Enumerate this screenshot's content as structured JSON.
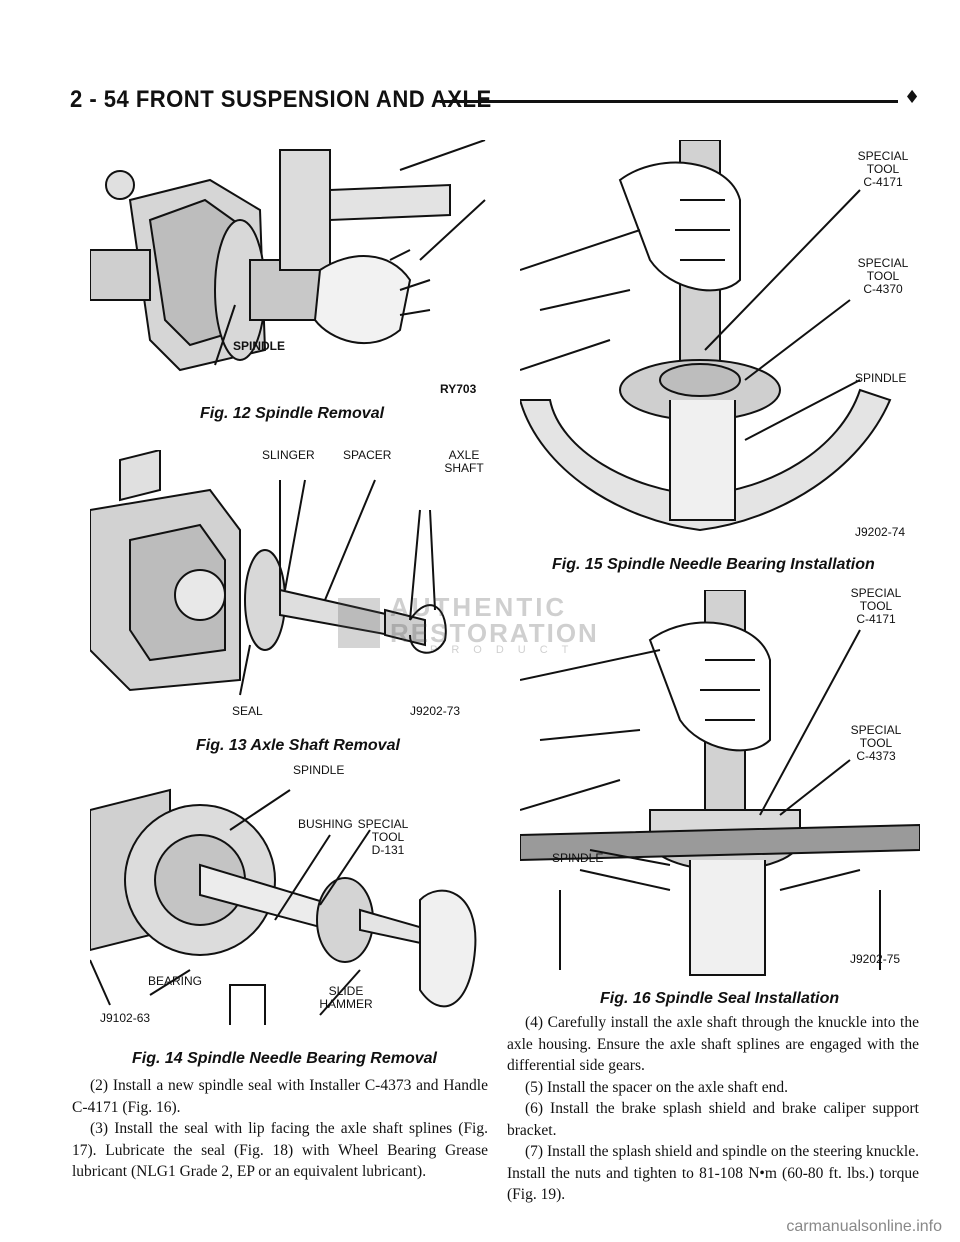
{
  "header": {
    "title": "2 - 54   FRONT SUSPENSION AND AXLE",
    "mark": "♦"
  },
  "figures": {
    "fig12": {
      "caption": "Fig. 12 Spindle Removal",
      "code": "RY703",
      "labels": {
        "spindle": "SPINDLE"
      }
    },
    "fig13": {
      "caption": "Fig. 13 Axle Shaft Removal",
      "code": "J9202-73",
      "labels": {
        "slinger": "SLINGER",
        "spacer": "SPACER",
        "axle": "AXLE",
        "shaft": "SHAFT",
        "seal": "SEAL"
      }
    },
    "fig14": {
      "caption": "Fig. 14 Spindle Needle Bearing Removal",
      "code": "J9102-63",
      "labels": {
        "spindle": "SPINDLE",
        "bushing": "BUSHING",
        "special": "SPECIAL",
        "tool": "TOOL",
        "toolno": "D-131",
        "bearing": "BEARING",
        "slide": "SLIDE",
        "hammer": "HAMMER"
      }
    },
    "fig15": {
      "caption": "Fig. 15 Spindle Needle Bearing Installation",
      "code": "J9202-74",
      "labels": {
        "special1": "SPECIAL",
        "tool1": "TOOL",
        "toolno1": "C-4171",
        "special2": "SPECIAL",
        "tool2": "TOOL",
        "toolno2": "C-4370",
        "spindle": "SPINDLE"
      }
    },
    "fig16": {
      "caption": "Fig. 16 Spindle Seal Installation",
      "code": "J9202-75",
      "labels": {
        "special1": "SPECIAL",
        "tool1": "TOOL",
        "toolno1": "C-4171",
        "special2": "SPECIAL",
        "tool2": "TOOL",
        "toolno2": "C-4373",
        "spindle": "SPINDLE"
      }
    }
  },
  "text": {
    "left": [
      "(2) Install a new spindle seal with Installer C-4373 and Handle C-4171 (Fig. 16).",
      "(3) Install the seal with lip facing the axle shaft splines (Fig. 17). Lubricate the seal (Fig. 18) with Wheel Bearing Grease lubricant (NLG1 Grade 2, EP or an equivalent lubricant)."
    ],
    "right": [
      "(4) Carefully install the axle shaft through the knuckle into the axle housing. Ensure the axle shaft splines are engaged with the differential side gears.",
      "(5) Install the spacer on the axle shaft end.",
      "(6) Install the brake splash shield and brake caliper support bracket.",
      "(7) Install the splash shield and spindle on the steering knuckle. Install the nuts and tighten to 81-108 N•m (60-80 ft. lbs.) torque (Fig. 19)."
    ]
  },
  "watermark": {
    "line1": "AUTHENTIC",
    "line2": "RESTORATION",
    "line3": "PRODUCT"
  },
  "footer": {
    "site": "carmanualsonline.info"
  }
}
